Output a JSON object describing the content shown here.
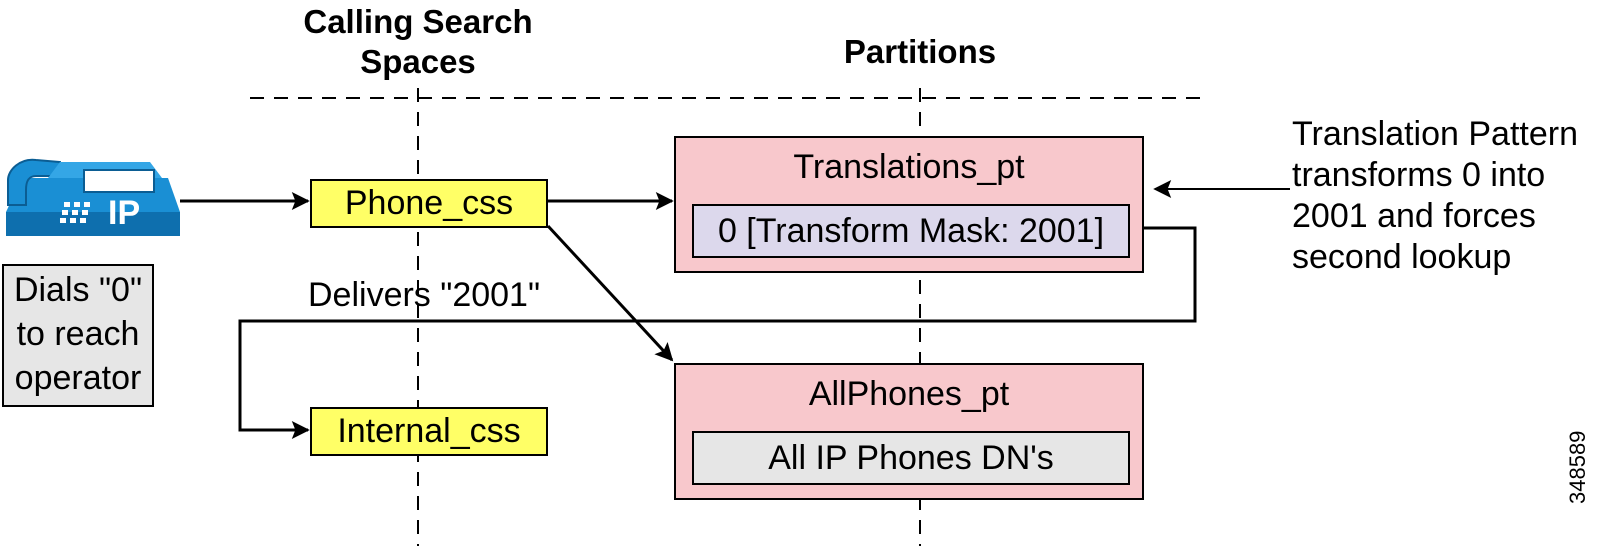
{
  "headers": {
    "css": "Calling Search\nSpaces",
    "partitions": "Partitions"
  },
  "phone": {
    "icon": "ip-phone-icon",
    "badge": "IP",
    "caption": "Dials \"0\"\nto reach\noperator",
    "color": "#1a8fd4"
  },
  "calling_search_spaces": [
    {
      "label": "Phone_css"
    },
    {
      "label": "Internal_css"
    }
  ],
  "partitions": [
    {
      "title": "Translations_pt",
      "entry": "0 [Transform Mask: 2001]"
    },
    {
      "title": "AllPhones_pt",
      "entry": "All IP Phones DN's"
    }
  ],
  "delivers_label": "Delivers \"2001\"",
  "note": "Translation Pattern\ntransforms 0 into\n2001 and forces\nsecond lookup",
  "figure_id": "348589",
  "colors": {
    "css_fill": "#ffff66",
    "partition_fill": "#f8c8cc",
    "translation_entry_fill": "#dcd8ec",
    "dn_entry_fill": "#e6e6e6"
  }
}
